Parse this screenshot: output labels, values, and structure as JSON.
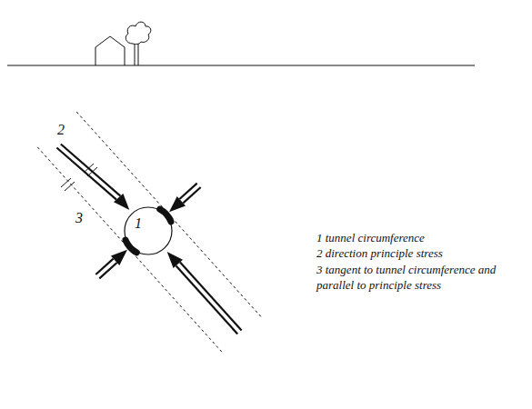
{
  "diagram": {
    "nodes": [
      {
        "text": [
          "1"
        ]
      }
    ],
    "labels": [
      "2",
      "3",
      "1 tunnel circumference",
      "2 direction principle stress",
      "3 tangent to tunnel circumference and parallel to principle stress"
    ]
  }
}
